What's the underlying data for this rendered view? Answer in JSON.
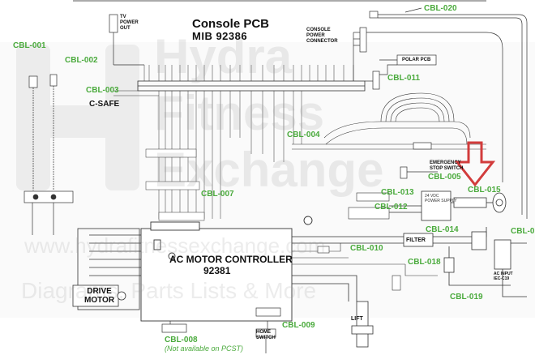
{
  "pcb": {
    "title": "Console PCB",
    "model": "MIB 92386"
  },
  "motor_controller": {
    "title": "AC MOTOR CONTROLLER",
    "model": "92381"
  },
  "blocks": {
    "tv_power": "TV\nPOWER\nOUT",
    "console_power": "CONSOLE\nPOWER\nCONNECTOR",
    "polar": "POLAR PCB",
    "c_safe": "C-SAFE",
    "emergency": "EMERGENCY\nSTOP SWITCH",
    "filter": "FILTER",
    "drive_motor": "DRIVE\nMOTOR",
    "lift": "LIFT",
    "home_switch": "HOME\nSWITCH",
    "ac_input": "AC INPUT\nIEC-C19",
    "dc_supply": "24 VDC\nPOWER SUPPLY"
  },
  "cables": {
    "c001": "CBL-001",
    "c002": "CBL-002",
    "c003": "CBL-003",
    "c004": "CBL-004",
    "c005": "CBL-005",
    "c007": "CBL-007",
    "c008": "CBL-008",
    "c009": "CBL-009",
    "c010": "CBL-010",
    "c011": "CBL-011",
    "c012": "CBL-012",
    "c013": "CBL-013",
    "c014": "CBL-014",
    "c015": "CBL-015",
    "c018": "CBL-018",
    "c019": "CBL-019",
    "c020": "CBL-020",
    "c0x": "CBL-0"
  },
  "note_008": "(Not available on PCST)",
  "watermark": {
    "h1": "Hydra",
    "h2": "Fitness",
    "h3": "Exchange",
    "url": "www.hydrafitnessexchange.com",
    "tag": "Diagrams, Parts Lists & More"
  },
  "colors": {
    "wire": "#333333",
    "cable_label": "#4aaa3c",
    "arrow": "#d23c3c",
    "watermark": "#9a9a9a"
  }
}
